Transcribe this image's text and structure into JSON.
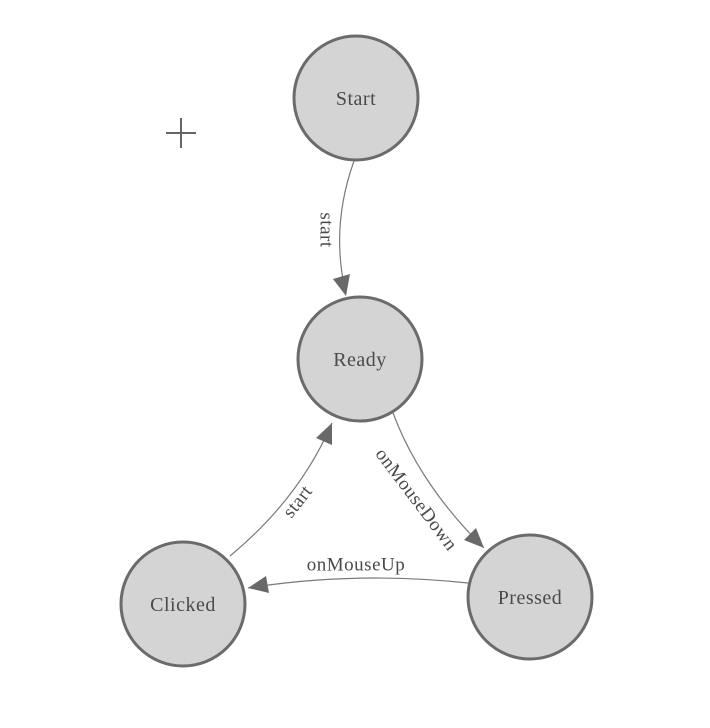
{
  "diagram": {
    "type": "state-machine",
    "nodes": [
      {
        "id": "start",
        "label": "Start"
      },
      {
        "id": "ready",
        "label": "Ready"
      },
      {
        "id": "clicked",
        "label": "Clicked"
      },
      {
        "id": "pressed",
        "label": "Pressed"
      }
    ],
    "edges": [
      {
        "from": "start",
        "to": "ready",
        "label": "start"
      },
      {
        "from": "ready",
        "to": "pressed",
        "label": "onMouseDown"
      },
      {
        "from": "pressed",
        "to": "clicked",
        "label": "onMouseUp"
      },
      {
        "from": "clicked",
        "to": "ready",
        "label": "start"
      }
    ],
    "colors": {
      "background": "#ffffff",
      "node_fill": "#d4d4d4",
      "node_stroke": "#6b6b6b",
      "label_text": "#4a4a4a",
      "edge_line": "#7a7a7a",
      "arrowhead": "#696969",
      "crosshair": "#666666"
    }
  }
}
